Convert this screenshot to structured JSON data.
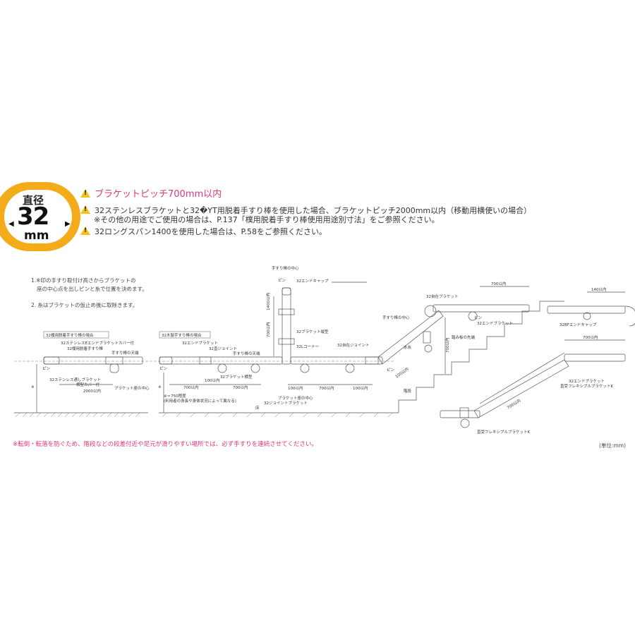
{
  "badge": {
    "top": "直径",
    "number": "32",
    "unit": "mm",
    "arrow_left": "◀",
    "arrow_right": "▶"
  },
  "warnings": [
    "ブラケットピッチ700mm以内",
    "32ステンレスブラケットと32�YT用脱着手すり棒を使用した場合、ブラケットピッチ2000mm以内（移動用横使いの場合）",
    "※その他の用途でご使用の場合は、P.137「樸用脱着手すり棒使用用途別寸法」をご参照ください。",
    "32ロングスパン1400を使用した場合は、P.58をご参照ください。"
  ],
  "notes": [
    "1.※印の手すり取付け高さからブラケットの",
    "座の中心点を出しピンと糸で位置を決めます。",
    "2. 糸はブラケットの仮止め後に取除きます。"
  ],
  "labels": {
    "case1": "32樸用脱着手すり棒の場合",
    "case2": "32木製手すり棒の場合",
    "end_cover": "32ステンレスEエンドブラケットカバー付",
    "removable_bar": "32樸用脱着手すり棒",
    "bar_top": "手すり棒の天端",
    "through_bracket": "32ステンレス通しブラケット",
    "vertical_cover": "横型カバー付",
    "within_2000": "2000以内",
    "bracket_center": "ブラケット座の中心",
    "pin": "ピン",
    "end_bracket": "32エンドブラケット",
    "straight_joint": "32直ジョイント",
    "bracket_vertical": "32ブラケット横型",
    "within_100": "100以内",
    "within_700": "700以内",
    "approx_750": "※＝750程度",
    "user_note": "(利用者の身長や身体状況によって異なる)",
    "joint_bracket": "32ジョイントブラケット",
    "floor": "床",
    "bar_center_top": "手すり棒の中心",
    "end_cap": "32エンドキャップ",
    "within_1400": "1400以内",
    "bracket_vertical2": "32ブラケット縦型",
    "l_corner": "32Lコーナー",
    "free_joint": "32自在ジョイント",
    "bar_center": "手すり棒の中心",
    "water_thread": "水糸",
    "free_bracket": "32自在ブラケット",
    "end_bracket2": "32エンドブラケット",
    "tread_edge": "踏み板の先端",
    "stairs": "階段",
    "bf_end_cap": "32BFエンドキャップ",
    "within_140": "140以内",
    "end_bracket3": "32エンドブラケット",
    "flex_bracket_k": "直受フレキシブルブラケットK",
    "flex_bracket_k2": "直受フレキシブルブラケットK",
    "asterisk": "※"
  },
  "caution": "※転倒・転落を防ぐため、階段などの段差付近や足元が滑りやすい場所では、必ず手すりを連続させてください。",
  "unit_note": "(単位:mm)",
  "colors": {
    "badge": "#f4ab1a",
    "warning_icon": "#f2c21b",
    "pink": "#e0357a",
    "line": "#555555"
  }
}
